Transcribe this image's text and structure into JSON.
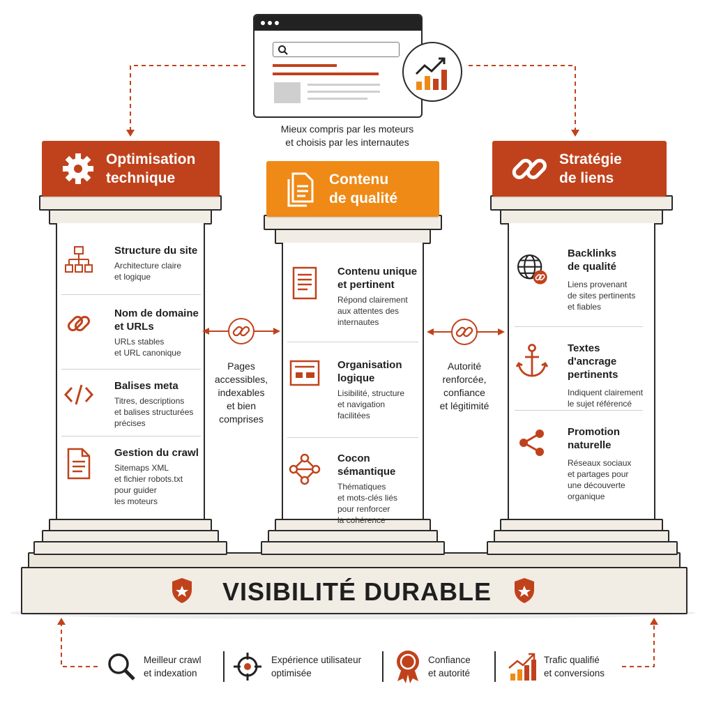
{
  "browser": {
    "caption_line1": "Mieux compris par les moteurs",
    "caption_line2": "et choisis par les internautes"
  },
  "colors": {
    "accent_red": "#c0421c",
    "accent_orange": "#ef8a17",
    "stone": "#f1ece4",
    "outline": "#2a2a2a"
  },
  "pillars": {
    "left": {
      "title_line1": "Optimisation",
      "title_line2": "technique",
      "icon": "gear-icon",
      "items": [
        {
          "icon": "sitemap-icon",
          "title_line1": "Structure du site",
          "title_line2": "",
          "desc": [
            "Architecture claire",
            "et logique"
          ]
        },
        {
          "icon": "link-icon",
          "title_line1": "Nom de domaine",
          "title_line2": "et URLs",
          "desc": [
            "URLs stables",
            "et URL canonique"
          ]
        },
        {
          "icon": "code-icon",
          "title_line1": "Balises meta",
          "title_line2": "",
          "desc": [
            "Titres, descriptions",
            "et balises structurées",
            "précises"
          ]
        },
        {
          "icon": "document-icon",
          "title_line1": "Gestion du crawl",
          "title_line2": "",
          "desc": [
            "Sitemaps XML",
            "et fichier robots.txt",
            "pour guider",
            "les moteurs"
          ]
        }
      ]
    },
    "center": {
      "title_line1": "Contenu",
      "title_line2": "de qualité",
      "icon": "documents-icon",
      "items": [
        {
          "icon": "article-icon",
          "title_line1": "Contenu unique",
          "title_line2": "et pertinent",
          "desc": [
            "Répond clairement",
            "aux attentes des",
            "internautes"
          ]
        },
        {
          "icon": "layout-icon",
          "title_line1": "Organisation",
          "title_line2": "logique",
          "desc": [
            "Lisibilité, structure",
            "et navigation",
            "facilitées"
          ]
        },
        {
          "icon": "network-icon",
          "title_line1": "Cocon sémantique",
          "title_line2": "",
          "desc": [
            "Thématiques",
            "et mots-clés liés",
            "pour renforcer",
            "la cohérence"
          ]
        }
      ]
    },
    "right": {
      "title_line1": "Stratégie",
      "title_line2": "de liens",
      "icon": "chain-link-icon",
      "items": [
        {
          "icon": "globe-link-icon",
          "title_line1": "Backlinks",
          "title_line2": "de qualité",
          "desc": [
            "Liens provenant",
            "de sites pertinents",
            "et fiables"
          ]
        },
        {
          "icon": "anchor-icon",
          "title_line1": "Textes d'ancrage",
          "title_line2": "pertinents",
          "desc": [
            "Indiquent clairement",
            "le sujet référencé"
          ]
        },
        {
          "icon": "share-icon",
          "title_line1": "Promotion",
          "title_line2": "naturelle",
          "desc": [
            "Réseaux sociaux",
            "et partages pour",
            "une découverte",
            "organique"
          ]
        }
      ]
    }
  },
  "connectors": {
    "left": [
      "Pages",
      "accessibles,",
      "indexables",
      "et bien",
      "comprises"
    ],
    "right": [
      "Autorité",
      "renforcée,",
      "confiance",
      "et légitimité"
    ]
  },
  "base": {
    "title": "VISIBILITÉ DURABLE"
  },
  "benefits": [
    {
      "icon": "magnifier-icon",
      "line1": "Meilleur crawl",
      "line2": "et indexation"
    },
    {
      "icon": "target-icon",
      "line1": "Expérience utilisateur",
      "line2": "optimisée"
    },
    {
      "icon": "award-icon",
      "line1": "Confiance",
      "line2": "et autorité"
    },
    {
      "icon": "growth-chart-icon",
      "line1": "Trafic qualifié",
      "line2": "et conversions"
    }
  ]
}
